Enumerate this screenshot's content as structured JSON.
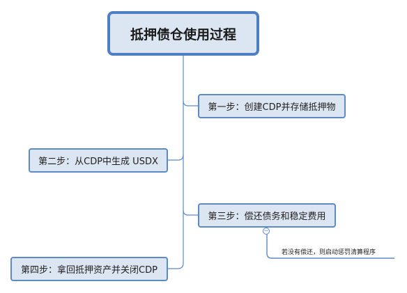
{
  "diagram": {
    "root": {
      "label": "抵押债仓使用过程"
    },
    "steps": [
      {
        "label": "第一步：创建CDP并存储抵押物"
      },
      {
        "label": "第二步：从CDP中生成 USDX"
      },
      {
        "label": "第三步：偿还债务和稳定费用"
      },
      {
        "label": "第四步：拿回抵押资产并关闭CDP"
      }
    ],
    "note": {
      "label": "若没有偿还，则启动惩罚清算程序"
    },
    "collapse_symbol": "−",
    "colors": {
      "node_fill": "#dce6f2",
      "node_border": "#5b8ac7",
      "root_border": "#4f7fc3",
      "connector": "#5b8ac7"
    }
  }
}
